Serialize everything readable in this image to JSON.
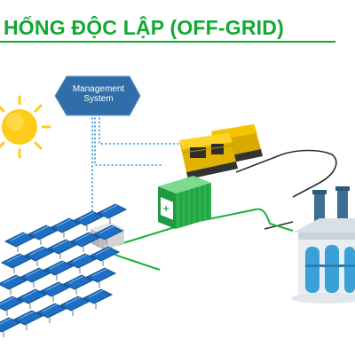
{
  "title": "HỐNG ĐỘC LẬP (OFF-GRID)",
  "management_system": {
    "label_line1": "Management",
    "label_line2": "System"
  },
  "colors": {
    "title": "#12a833",
    "management_node": "#2f6ea8",
    "data_link": "#2f8fcf",
    "power_cable": "#14b33a",
    "output_cable": "#2d2d2d",
    "sun": "#ffcc1a",
    "generator": "#f5c400",
    "battery": "#2bb24c",
    "solar_panel": "#1d6fc4",
    "factory": "#3aa1d8"
  },
  "icons": [
    "sun-icon",
    "solar-array-icon",
    "inverter-icon",
    "battery-icon",
    "generator-icon",
    "factory-icon",
    "management-system-icon"
  ]
}
